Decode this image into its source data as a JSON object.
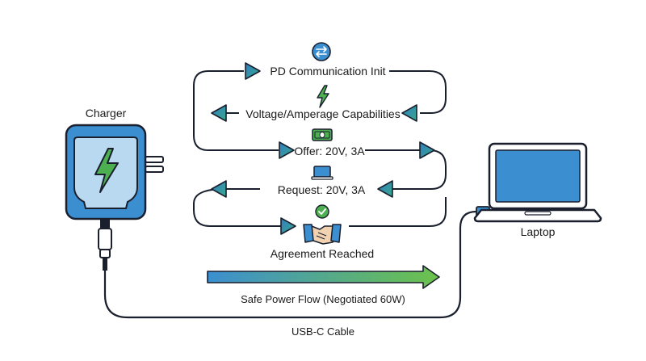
{
  "charger": {
    "label": "Charger",
    "icon": "charger-bolt-icon"
  },
  "laptop": {
    "label": "Laptop",
    "icon": "laptop-icon"
  },
  "cable": {
    "label": "USB-C Cable",
    "icon": "usb-c-plug-icon"
  },
  "steps": [
    {
      "label": "PD Communication Init",
      "icon": "exchange-arrows-icon"
    },
    {
      "label": "Voltage/Amperage Capabilities",
      "icon": "lightning-bolt-icon"
    },
    {
      "label": "Offer: 20V, 3A",
      "icon": "money-bill-icon"
    },
    {
      "label": "Request: 20V, 3A",
      "icon": "laptop-mini-icon"
    },
    {
      "label": "Agreement Reached",
      "icon": "handshake-check-icon"
    }
  ],
  "power_flow": {
    "label": "Safe Power Flow (Negotiated 60W)"
  },
  "colors": {
    "outline": "#1a1f2e",
    "charger_blue": "#3b8fd0",
    "charger_light": "#b9d9f0",
    "bolt_green": "#4caf50",
    "arrow_blue": "#2f7fc2",
    "arrow_teal": "#3aa88a",
    "laptop_screen": "#3b8fd0",
    "gradient_start": "#3b8fd0",
    "gradient_end": "#6cc24a"
  }
}
